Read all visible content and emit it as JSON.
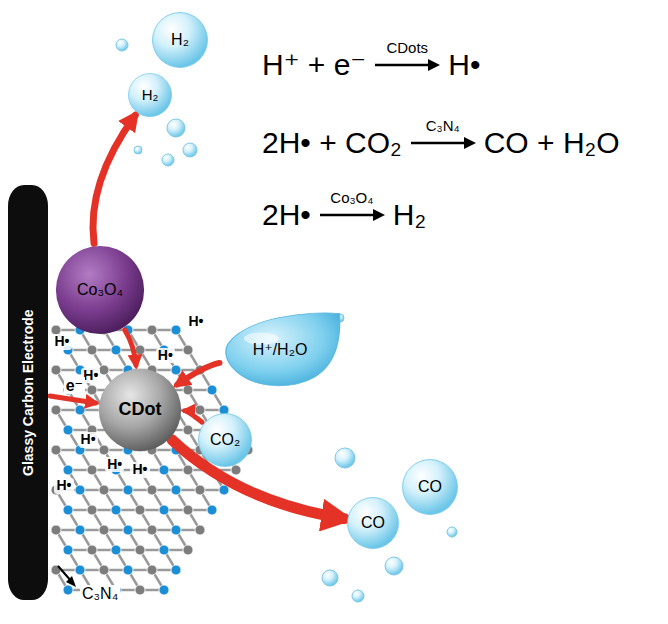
{
  "diagram": {
    "nodes": [
      {
        "text": [
          "H₂"
        ]
      },
      {
        "text": [
          "H₂"
        ]
      },
      {
        "text": [
          "Co₃O₄"
        ]
      },
      {
        "text": [
          "Glassy Carbon Electrode"
        ]
      },
      {
        "text": [
          "H⁺/H₂O"
        ]
      },
      {
        "text": [
          "CDot"
        ]
      },
      {
        "text": [
          "CO₂"
        ]
      },
      {
        "text": [
          "CO"
        ]
      },
      {
        "text": [
          "CO"
        ]
      }
    ],
    "edges": [
      {
        "from": 2,
        "to": 1,
        "arrow": "to"
      },
      {
        "from": 2,
        "to": 5,
        "arrow": "to"
      },
      {
        "from": 3,
        "to": 5,
        "arrow": "to",
        "label": "e⁻"
      },
      {
        "from": 4,
        "to": 5,
        "arrow": "to"
      },
      {
        "from": 6,
        "to": 5,
        "arrow": "to"
      },
      {
        "from": 5,
        "to": 8,
        "arrow": "to"
      }
    ],
    "labels": [
      "H⁺ + e⁻",
      "CDots",
      "H•",
      "2H• + CO₂",
      "C₃N₄",
      "CO + H₂O",
      "2H•",
      "Co₃O₄",
      "H₂",
      "H•",
      "H•",
      "H•",
      "H•",
      "H•",
      "H•",
      "H•",
      "H•",
      "C₃N₄"
    ]
  }
}
